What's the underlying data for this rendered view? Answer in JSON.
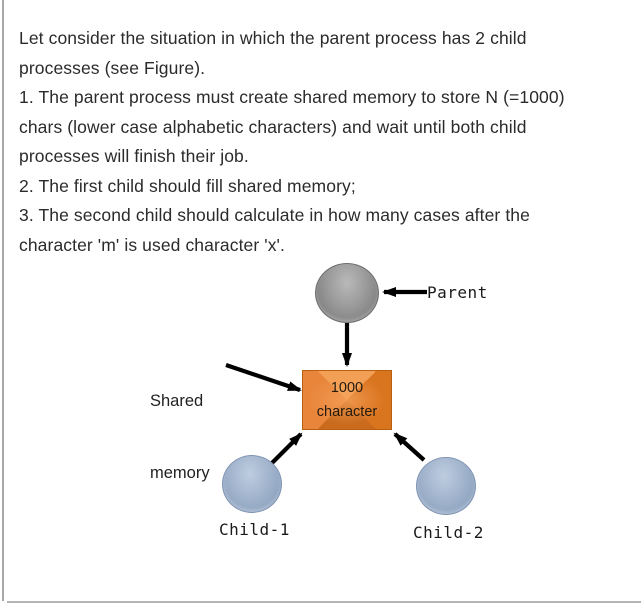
{
  "colors": {
    "text": "#2b2b2b",
    "rule": "#a8a8a8",
    "arrow": "#000000",
    "orange_top": "#f2a055",
    "orange_left": "#e8853b",
    "orange_right": "#d9741f",
    "orange_bottom": "#c96a1c",
    "orange_border": "#b95f12",
    "gray_node": "#8f8f8f",
    "blue_node": "#94aac8"
  },
  "paragraph": {
    "lines": [
      "Let consider the situation in which the parent process has 2 child",
      "processes (see Figure).",
      "1. The parent process must create shared memory to store N (=1000)",
      "chars (lower case alphabetic characters) and wait until both child",
      "processes will finish their job.",
      "2. The first child should fill shared memory;",
      "3. The second child should calculate in how many cases after the",
      "character 'm' is used character 'x'."
    ]
  },
  "diagram": {
    "parent_label": "Parent",
    "shared_memory_label": {
      "line1": "Shared",
      "line2": "memory"
    },
    "memory_box": {
      "line1": "1000",
      "line2": "character"
    },
    "child1_label": "Child-1",
    "child2_label": "Child-2"
  }
}
